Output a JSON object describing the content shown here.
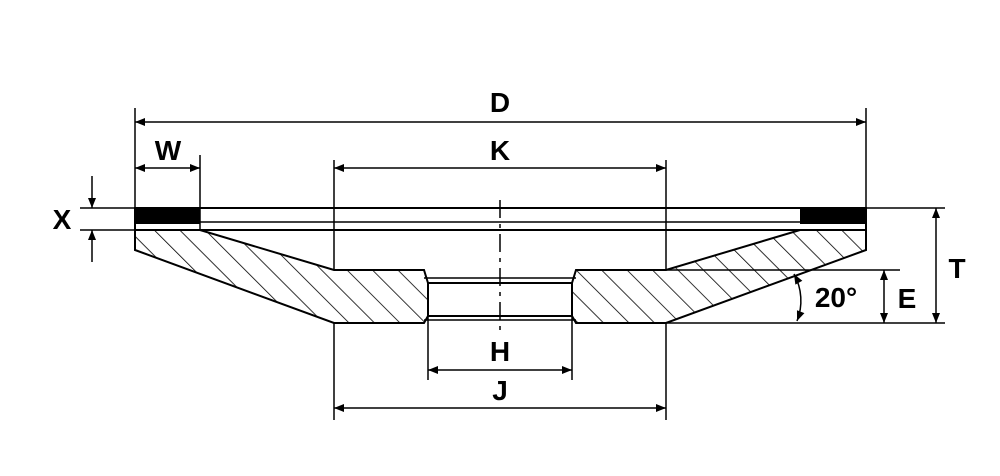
{
  "diagram": {
    "labels": {
      "D": "D",
      "K": "K",
      "W": "W",
      "X": "X",
      "T": "T",
      "E": "E",
      "H": "H",
      "J": "J",
      "angle": "20°"
    }
  }
}
